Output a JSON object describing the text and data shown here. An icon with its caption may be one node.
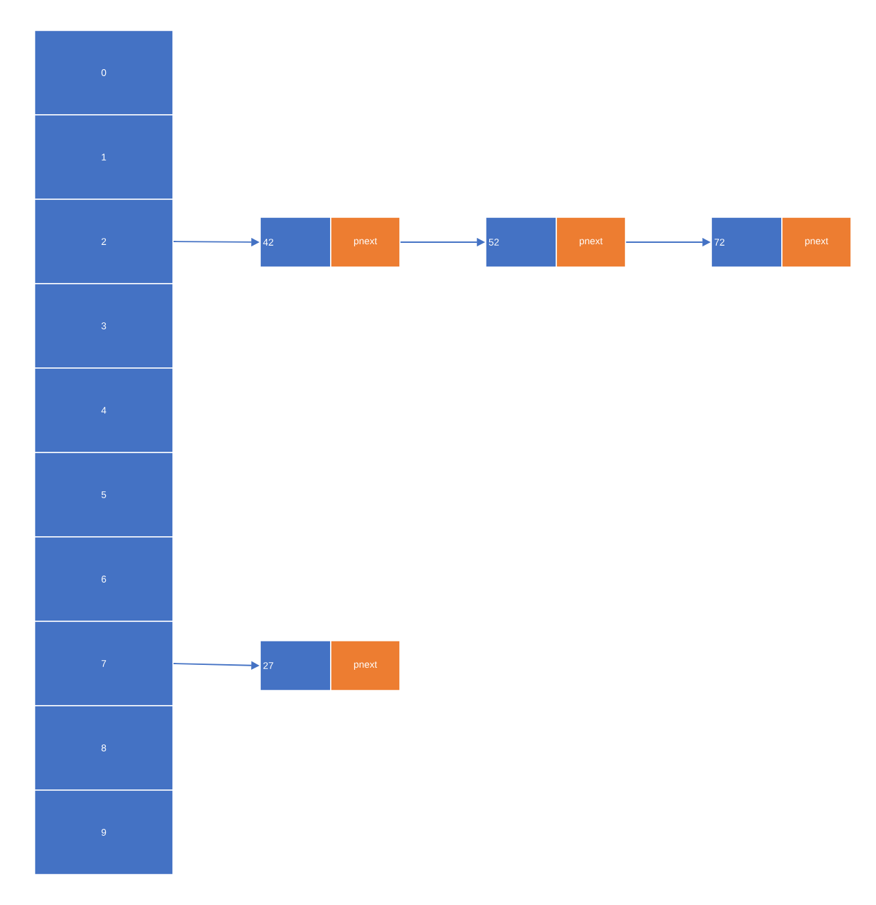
{
  "diagram": {
    "nodes": [
      {
        "text": [
          "0"
        ]
      },
      {
        "text": [
          "1"
        ]
      },
      {
        "text": [
          "2"
        ]
      },
      {
        "text": [
          "3"
        ]
      },
      {
        "text": [
          "4"
        ]
      },
      {
        "text": [
          "5"
        ]
      },
      {
        "text": [
          "6"
        ]
      },
      {
        "text": [
          "7"
        ]
      },
      {
        "text": [
          "8"
        ]
      },
      {
        "text": [
          "9"
        ]
      },
      {
        "text": [
          "42"
        ]
      },
      {
        "text": [
          "pnext"
        ]
      },
      {
        "text": [
          "52"
        ]
      },
      {
        "text": [
          "pnext"
        ]
      },
      {
        "text": [
          "72"
        ]
      },
      {
        "text": [
          "pnext"
        ]
      },
      {
        "text": [
          "27"
        ]
      },
      {
        "text": [
          "pnext"
        ]
      }
    ],
    "edges": [
      {
        "from": 2,
        "to": 10,
        "arrow": "to"
      },
      {
        "from": 11,
        "to": 12,
        "arrow": "to"
      },
      {
        "from": 13,
        "to": 14,
        "arrow": "to"
      },
      {
        "from": 7,
        "to": 16,
        "arrow": "to"
      }
    ]
  }
}
